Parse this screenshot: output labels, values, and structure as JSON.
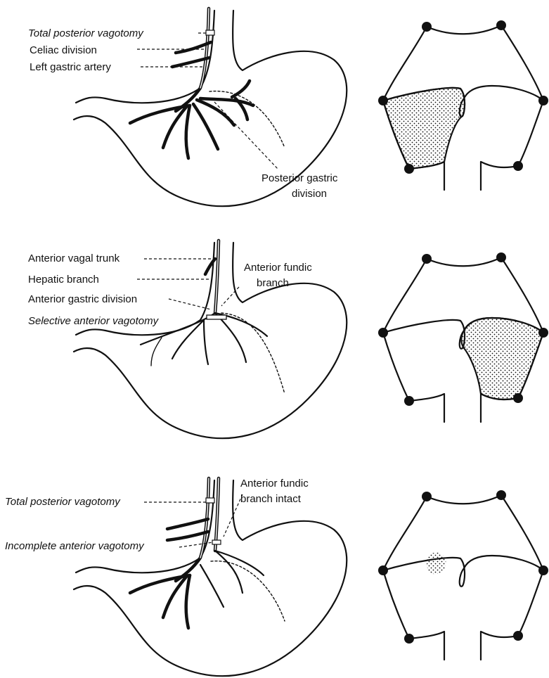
{
  "panels": [
    {
      "labels": {
        "total_posterior_vagotomy": "Total posterior vagotomy",
        "celiac_division": "Celiac division",
        "left_gastric_artery": "Left gastric artery",
        "posterior_gastric_division": "Posterior gastric",
        "posterior_gastric_division_line2": "division"
      }
    },
    {
      "labels": {
        "anterior_vagal_trunk": "Anterior vagal trunk",
        "hepatic_branch": "Hepatic branch",
        "anterior_gastric_division": "Anterior gastric division",
        "selective_anterior_vagotomy": "Selective anterior vagotomy",
        "anterior_fundic_branch": "Anterior fundic",
        "anterior_fundic_branch_line2": "branch"
      }
    },
    {
      "labels": {
        "total_posterior_vagotomy": "Total posterior vagotomy",
        "incomplete_anterior_vagotomy": "Incomplete anterior vagotomy",
        "anterior_fundic_branch_intact": "Anterior fundic",
        "anterior_fundic_branch_intact_line2": "branch intact"
      }
    }
  ]
}
